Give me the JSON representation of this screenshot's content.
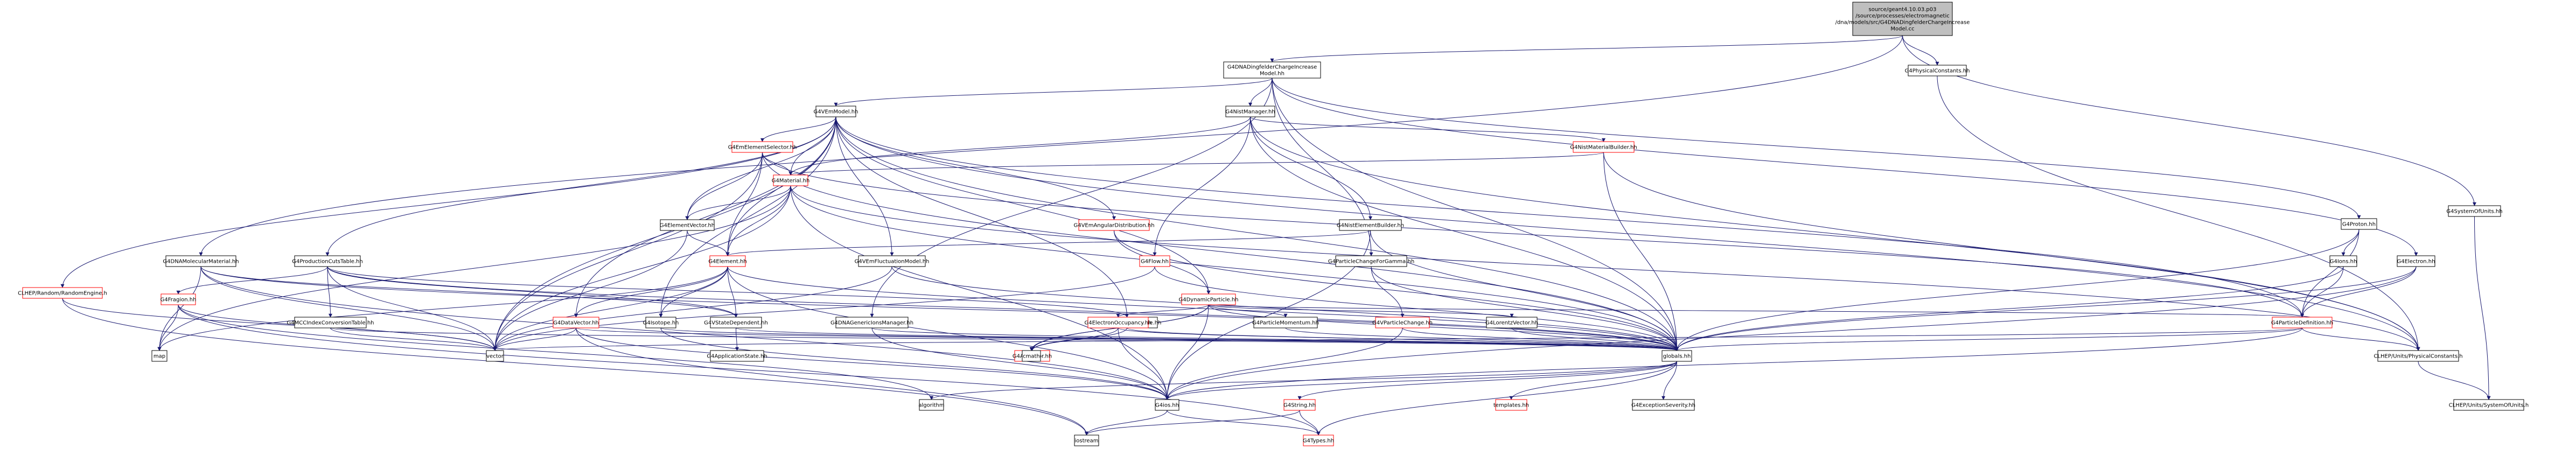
{
  "colors": {
    "node_fill": "#ffffff",
    "node_border": "#000000",
    "node_red_border": "#ff0000",
    "root_fill": "#bfbfbf",
    "edge": "#191970",
    "edge_alt": "#404040"
  },
  "nodes": {
    "root": {
      "lines": [
        "source/geant4.10.03.p03",
        "/source/processes/electromagnetic",
        "/dna/models/src/G4DNADingfelderChargeIncrease",
        "Model.cc"
      ]
    },
    "dnaModel": {
      "lines": [
        "G4DNADingfelderChargeIncrease",
        "Model.hh"
      ]
    },
    "physConst": {
      "lines": [
        "G4PhysicalConstants.hh"
      ]
    },
    "sysUnits": {
      "lines": [
        "G4SystemOfUnits.hh"
      ]
    },
    "vEmModel": {
      "lines": [
        "G4VEmModel.hh"
      ]
    },
    "nistManager": {
      "lines": [
        "G4NistManager.hh"
      ]
    },
    "nistMatBuilder": {
      "lines": [
        "G4NistMaterialBuilder.hh"
      ]
    },
    "emElemSel": {
      "lines": [
        "G4EmElementSelector.hh"
      ]
    },
    "material": {
      "lines": [
        "G4Material.hh"
      ]
    },
    "elemVector": {
      "lines": [
        "G4ElementVector.hh"
      ]
    },
    "element": {
      "lines": [
        "G4Element.hh"
      ]
    },
    "nistElemBuilder": {
      "lines": [
        "G4NistElementBuilder.hh"
      ]
    },
    "vEmAngDist": {
      "lines": [
        "G4VEmAngularDistribution.hh"
      ]
    },
    "vEmFluct": {
      "lines": [
        "G4VEmFluctuationModel.hh"
      ]
    },
    "proton": {
      "lines": [
        "G4Proton.hh"
      ]
    },
    "ions": {
      "lines": [
        "G4Ions.hh"
      ]
    },
    "electron": {
      "lines": [
        "G4Electron.hh"
      ]
    },
    "partChange": {
      "lines": [
        "G4ParticleChangeForGamma.hh"
      ]
    },
    "dnaMolMat": {
      "lines": [
        "G4DNAMolecularMaterial.hh"
      ]
    },
    "prodCuts": {
      "lines": [
        "G4ProductionCutsTable.hh"
      ]
    },
    "flow": {
      "lines": [
        "G4Flow.hh"
      ]
    },
    "dynPart": {
      "lines": [
        "G4DynamicParticle.hh"
      ]
    },
    "randEngine": {
      "lines": [
        "CLHEP/Random/RandomEngine.h"
      ]
    },
    "fpeDbg": {
      "lines": [
        "G4Fragion.hh"
      ]
    },
    "mccIndex": {
      "lines": [
        "G4MCCIndexConversionTable.hh"
      ]
    },
    "isotope": {
      "lines": [
        "G4Isotope.hh"
      ]
    },
    "vStateDep": {
      "lines": [
        "G4VStateDependent.hh"
      ]
    },
    "appState": {
      "lines": [
        "G4ApplicationState.hh"
      ]
    },
    "dnaLimit": {
      "lines": [
        "G4DNAGenericIonsManager.hh"
      ]
    },
    "matCuts": {
      "lines": [
        "G4MaterialCutsCouple.hh"
      ]
    },
    "dataVector": {
      "lines": [
        "G4DataVector.hh"
      ]
    },
    "elecOcc": {
      "lines": [
        "G4ElectronOccupancy.hh"
      ]
    },
    "allocator": {
      "lines": [
        "G4Allocator.hh"
      ]
    },
    "partMom": {
      "lines": [
        "G4ParticleMomentum.hh"
      ]
    },
    "vPartChange": {
      "lines": [
        "G4VParticleChange.hh"
      ]
    },
    "lorentz": {
      "lines": [
        "G4LorentzVector.hh"
      ]
    },
    "partDef": {
      "lines": [
        "G4ParticleDefinition.hh"
      ]
    },
    "clhepPhys": {
      "lines": [
        "CLHEP/Units/PhysicalConstants.h"
      ]
    },
    "clhepUnits": {
      "lines": [
        "CLHEP/Units/SystemOfUnits.h"
      ]
    },
    "globals": {
      "lines": [
        "globals.hh"
      ]
    },
    "ios": {
      "lines": [
        "G4ios.hh"
      ]
    },
    "g4string": {
      "lines": [
        "G4String.hh"
      ]
    },
    "g4types": {
      "lines": [
        "G4Types.hh"
      ]
    },
    "templates": {
      "lines": [
        "templates.hh"
      ]
    },
    "excSev": {
      "lines": [
        "G4ExceptionSeverity.hh"
      ]
    },
    "iostream": {
      "lines": [
        "iostream"
      ]
    },
    "algorithm": {
      "lines": [
        "algorithm"
      ]
    },
    "vector": {
      "lines": [
        "vector"
      ]
    },
    "map": {
      "lines": [
        "map"
      ]
    },
    "cmath": {
      "lines": [
        "cmath"
      ]
    }
  }
}
